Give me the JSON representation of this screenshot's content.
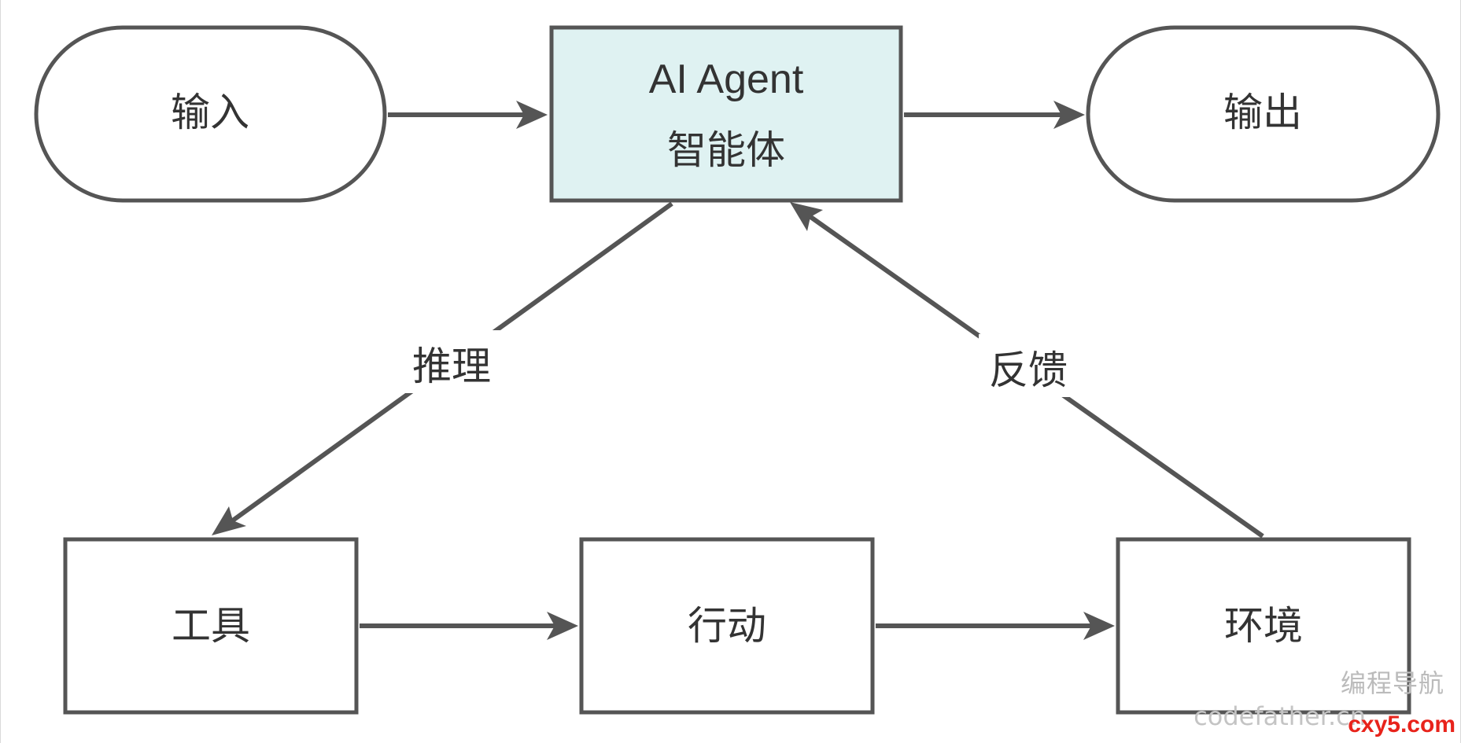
{
  "nodes": {
    "input": {
      "label": "输入"
    },
    "agent": {
      "line1": "AI Agent",
      "line2": "智能体"
    },
    "output": {
      "label": "输出"
    },
    "tools": {
      "label": "工具"
    },
    "action": {
      "label": "行动"
    },
    "environment": {
      "label": "环境"
    }
  },
  "edges": {
    "reasoning": {
      "label": "推理"
    },
    "feedback": {
      "label": "反馈"
    }
  },
  "watermark": {
    "text": "编程导航",
    "url": "codefather.cn",
    "logo": "cxy5.com"
  },
  "colors": {
    "agent_fill": "#dff2f2",
    "stroke": "#555555",
    "logo": "#e8231b"
  }
}
